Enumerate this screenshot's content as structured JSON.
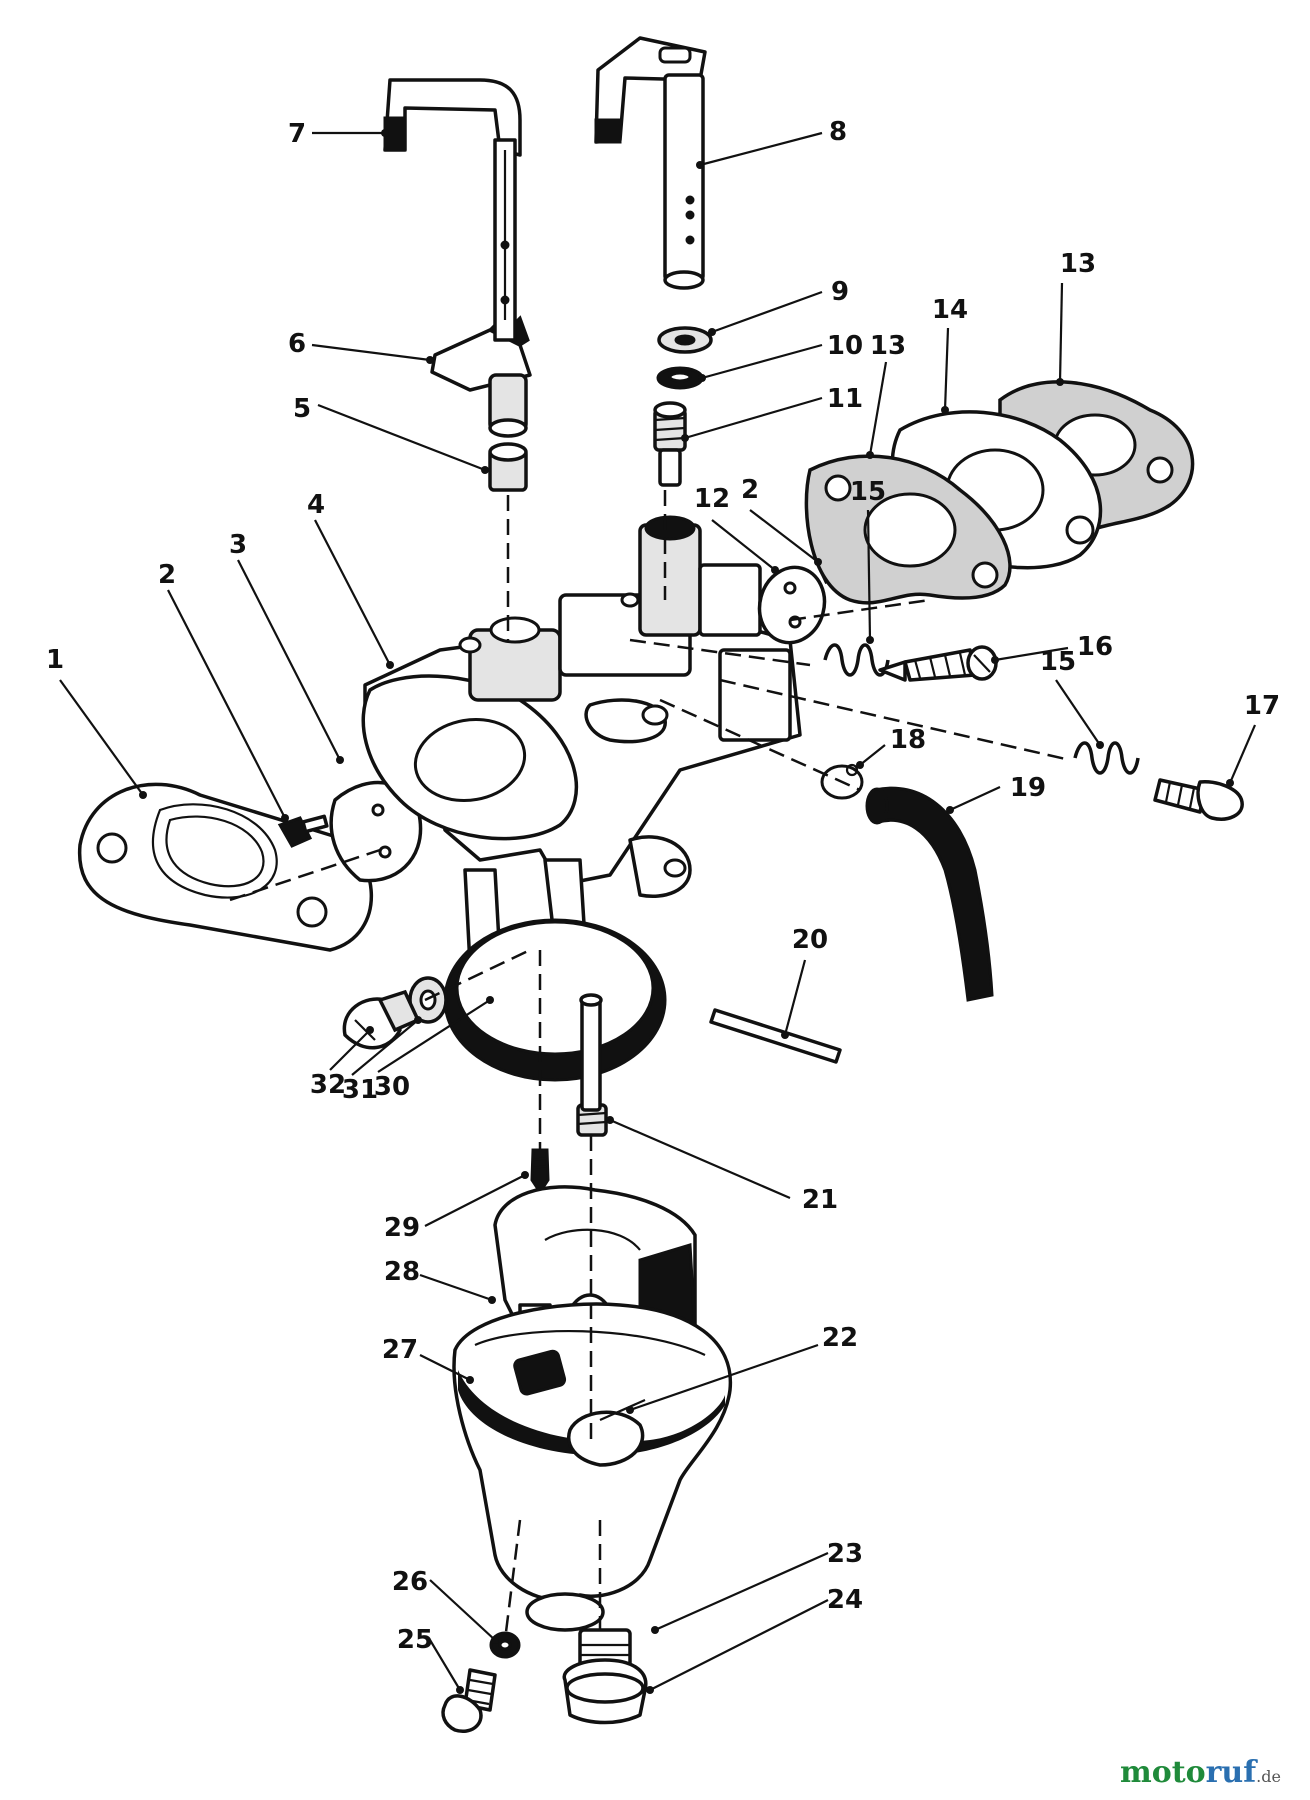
{
  "diagram": {
    "callouts": [
      {
        "id": "c1",
        "label": "1"
      },
      {
        "id": "c2a",
        "label": "2"
      },
      {
        "id": "c2b",
        "label": "2"
      },
      {
        "id": "c3",
        "label": "3"
      },
      {
        "id": "c4",
        "label": "4"
      },
      {
        "id": "c5",
        "label": "5"
      },
      {
        "id": "c6",
        "label": "6"
      },
      {
        "id": "c7",
        "label": "7"
      },
      {
        "id": "c8",
        "label": "8"
      },
      {
        "id": "c9",
        "label": "9"
      },
      {
        "id": "c10",
        "label": "10"
      },
      {
        "id": "c11",
        "label": "11"
      },
      {
        "id": "c12",
        "label": "12"
      },
      {
        "id": "c13a",
        "label": "13"
      },
      {
        "id": "c13b",
        "label": "13"
      },
      {
        "id": "c14",
        "label": "14"
      },
      {
        "id": "c15a",
        "label": "15"
      },
      {
        "id": "c15b",
        "label": "15"
      },
      {
        "id": "c16",
        "label": "16"
      },
      {
        "id": "c17",
        "label": "17"
      },
      {
        "id": "c18",
        "label": "18"
      },
      {
        "id": "c19",
        "label": "19"
      },
      {
        "id": "c20",
        "label": "20"
      },
      {
        "id": "c21",
        "label": "21"
      },
      {
        "id": "c22",
        "label": "22"
      },
      {
        "id": "c23",
        "label": "23"
      },
      {
        "id": "c24",
        "label": "24"
      },
      {
        "id": "c25",
        "label": "25"
      },
      {
        "id": "c26",
        "label": "26"
      },
      {
        "id": "c27",
        "label": "27"
      },
      {
        "id": "c28",
        "label": "28"
      },
      {
        "id": "c29",
        "label": "29"
      },
      {
        "id": "c30",
        "label": "30"
      },
      {
        "id": "c31",
        "label": "31"
      },
      {
        "id": "c32",
        "label": "32"
      }
    ]
  },
  "watermark": {
    "part_a": "moto",
    "part_b": "ruf",
    "suffix": ".de"
  },
  "colors": {
    "ink": "#111111",
    "background": "#ffffff",
    "watermark_green": "#1f8a3a",
    "watermark_blue": "#2a6fb0"
  }
}
